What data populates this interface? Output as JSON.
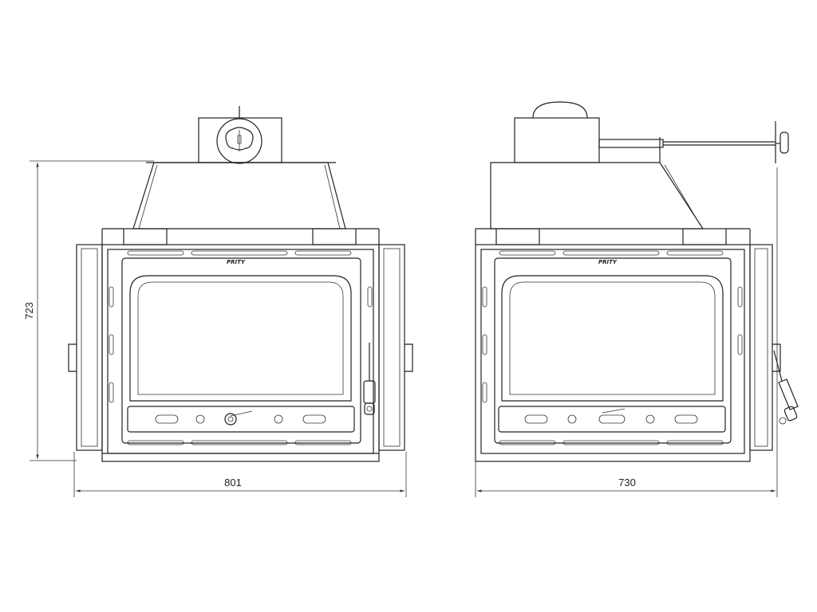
{
  "front_view": {
    "width_label": "801",
    "height_label": "723",
    "brand_label": "PRITY"
  },
  "side_view": {
    "width_label": "730",
    "brand_label": "PRITY"
  }
}
